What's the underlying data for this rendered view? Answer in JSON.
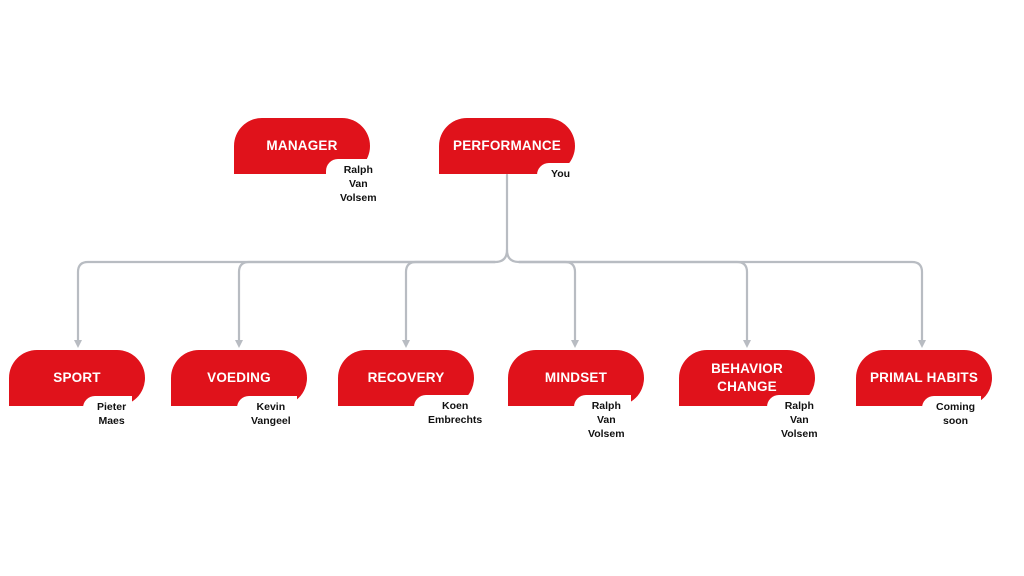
{
  "colors": {
    "accent": "#e0121b",
    "connector": "#b8bcc2"
  },
  "top": [
    {
      "title": "MANAGER",
      "owner": "Ralph Van\nVolsem"
    },
    {
      "title": "PERFORMANCE",
      "owner": "You"
    }
  ],
  "children": [
    {
      "title": "SPORT",
      "owner": "Pieter Maes"
    },
    {
      "title": "VOEDING",
      "owner": "Kevin Vangeel"
    },
    {
      "title": "RECOVERY",
      "owner": "Koen\nEmbrechts"
    },
    {
      "title": "MINDSET",
      "owner": "Ralph Van\nVolsem"
    },
    {
      "title": "BEHAVIOR\nCHANGE",
      "owner": "Ralph Van\nVolsem"
    },
    {
      "title": "PRIMAL HABITS",
      "owner": "Coming soon"
    }
  ]
}
